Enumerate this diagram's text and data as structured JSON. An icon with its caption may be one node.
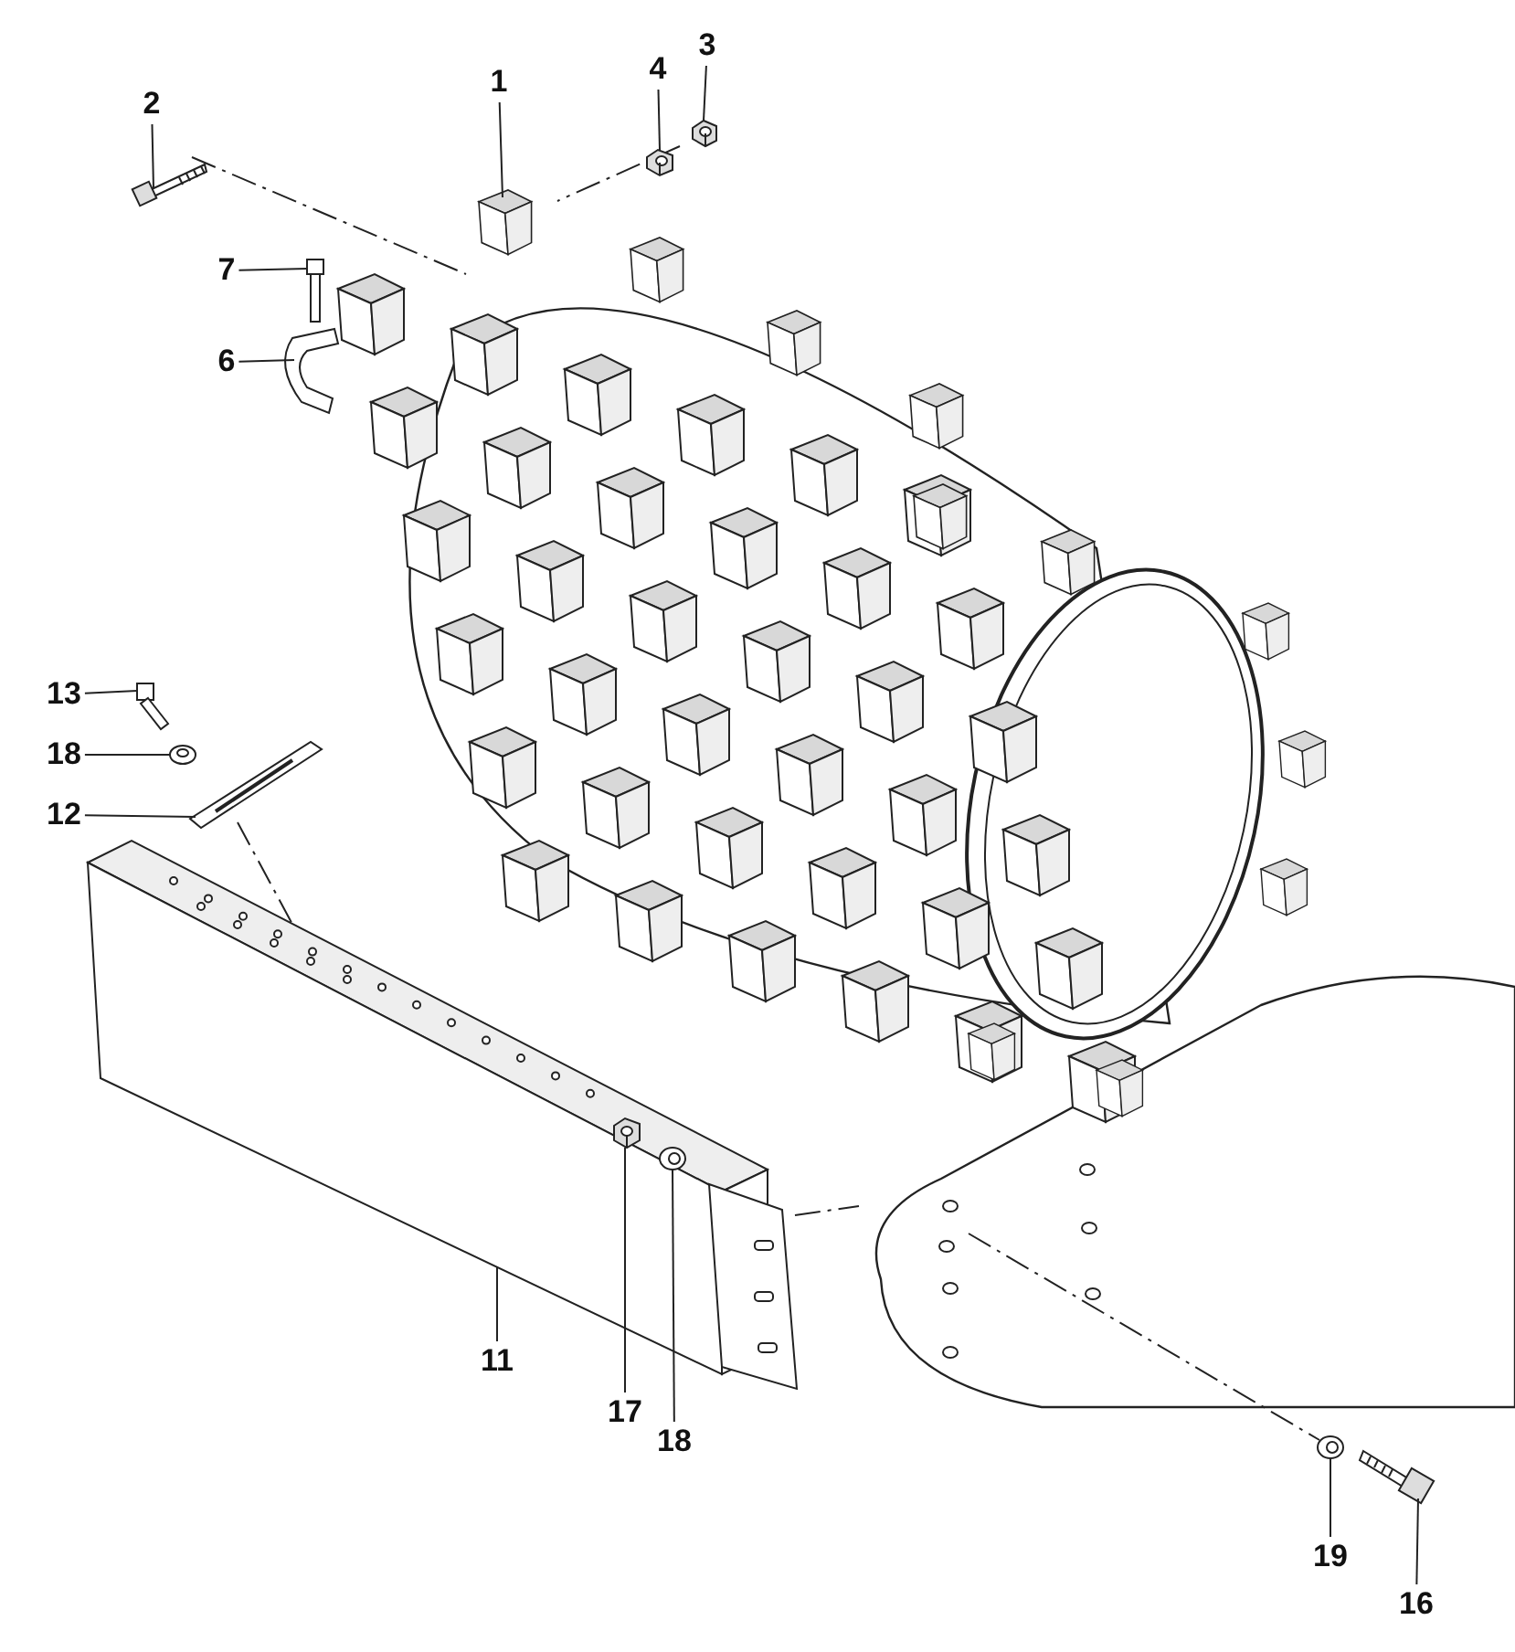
{
  "diagram": {
    "nodes": [
      {
        "text": [
          "2"
        ]
      },
      {
        "text": [
          "1"
        ]
      },
      {
        "text": [
          "4"
        ]
      },
      {
        "text": [
          "3"
        ]
      },
      {
        "text": [
          "7"
        ]
      },
      {
        "text": [
          "6"
        ]
      },
      {
        "text": [
          "13"
        ]
      },
      {
        "text": [
          "18"
        ]
      },
      {
        "text": [
          "12"
        ]
      },
      {
        "text": [
          "11"
        ]
      },
      {
        "text": [
          "17"
        ]
      },
      {
        "text": [
          "18"
        ]
      },
      {
        "text": [
          "19"
        ]
      },
      {
        "text": [
          "16"
        ]
      },
      {
        "text": [],
        "shape": "picture"
      },
      {
        "text": [],
        "shape": "picture"
      },
      {
        "text": [],
        "shape": "picture"
      },
      {
        "text": [],
        "shape": "picture"
      },
      {
        "text": [],
        "shape": "picture"
      },
      {
        "text": [],
        "shape": "picture"
      },
      {
        "text": [],
        "shape": "picture"
      },
      {
        "text": [],
        "shape": "picture"
      },
      {
        "text": [],
        "shape": "picture"
      },
      {
        "text": [],
        "shape": "picture"
      },
      {
        "text": [],
        "shape": "picture"
      },
      {
        "text": [],
        "shape": "picture"
      },
      {
        "text": [],
        "shape": "picture"
      },
      {
        "text": [],
        "shape": "picture"
      }
    ],
    "edges": [
      {
        "from": 0,
        "to": 14,
        "arrow": "none"
      },
      {
        "from": 1,
        "to": 15,
        "arrow": "none"
      },
      {
        "from": 2,
        "to": 16,
        "arrow": "none"
      },
      {
        "from": 3,
        "to": 17,
        "arrow": "none"
      },
      {
        "from": 4,
        "to": 18,
        "arrow": "none"
      },
      {
        "from": 5,
        "to": 19,
        "arrow": "none"
      },
      {
        "from": 6,
        "to": 20,
        "arrow": "none"
      },
      {
        "from": 7,
        "to": 21,
        "arrow": "none"
      },
      {
        "from": 8,
        "to": 22,
        "arrow": "none"
      },
      {
        "from": 9,
        "to": 23,
        "arrow": "none"
      },
      {
        "from": 10,
        "to": 24,
        "arrow": "none"
      },
      {
        "from": 11,
        "to": 25,
        "arrow": "none"
      },
      {
        "from": 12,
        "to": 26,
        "arrow": "none"
      },
      {
        "from": 13,
        "to": 27,
        "arrow": "none"
      }
    ]
  }
}
